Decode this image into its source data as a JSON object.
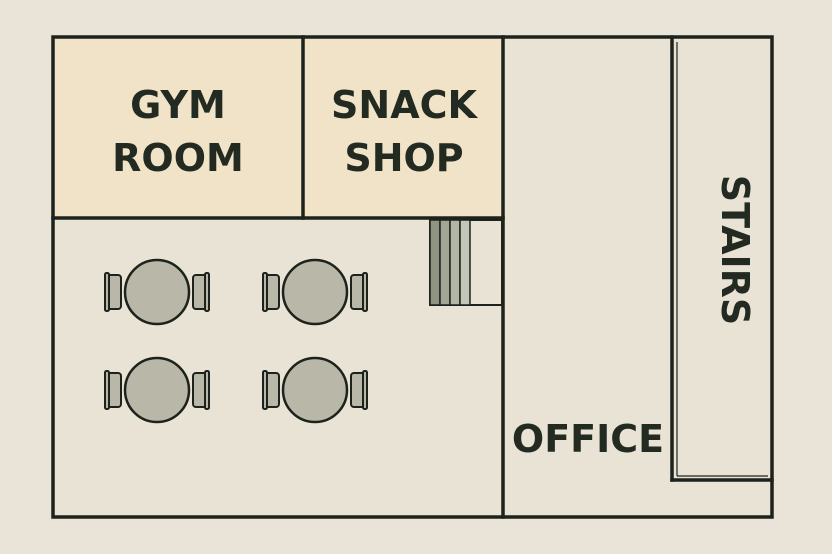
{
  "colors": {
    "background": "#e9e4d7",
    "floor": "#e8e3d5",
    "highlight_room": "#f1e3c7",
    "wall": "#1d231c",
    "furniture_fill": "#b9b8a8",
    "stair_fill": "#8f9482"
  },
  "rooms": {
    "gym": {
      "line1": "GYM",
      "line2": "ROOM"
    },
    "snack_shop": {
      "line1": "SNACK",
      "line2": "SHOP"
    },
    "office": {
      "label": "OFFICE"
    },
    "stairs": {
      "label": "STAIRS"
    }
  },
  "furniture": {
    "table_icon": "round-table-with-two-chairs-icon",
    "table_count": 4,
    "steps_icon": "small-steps-icon"
  }
}
